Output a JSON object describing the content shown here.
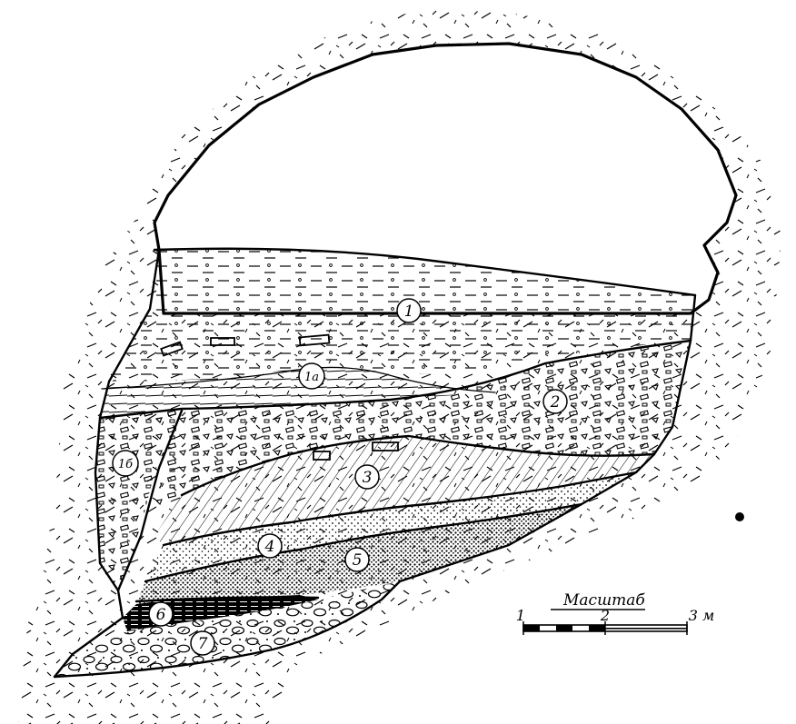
{
  "layers": [
    {
      "id": "1",
      "label": "1"
    },
    {
      "id": "1a",
      "label": "1a"
    },
    {
      "id": "1b",
      "label": "1б"
    },
    {
      "id": "2",
      "label": "2"
    },
    {
      "id": "3",
      "label": "3"
    },
    {
      "id": "4",
      "label": "4"
    },
    {
      "id": "5",
      "label": "5"
    },
    {
      "id": "6",
      "label": "6"
    },
    {
      "id": "7",
      "label": "7"
    }
  ],
  "scale": {
    "title": "Масштаб",
    "ticks": [
      "1",
      "2",
      "3 м"
    ]
  },
  "colors": {
    "ink": "#000000",
    "paper": "#ffffff"
  }
}
